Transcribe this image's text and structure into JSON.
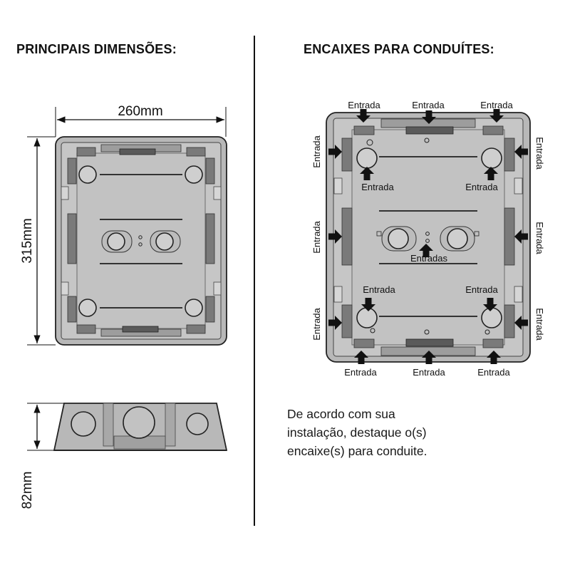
{
  "headings": {
    "left": "PRINCIPAIS DIMENSÕES:",
    "right": "ENCAIXES PARA CONDUÍTES:"
  },
  "dimensions": {
    "width": "260mm",
    "height": "315mm",
    "depth": "82mm"
  },
  "callouts": {
    "entry": "Entrada",
    "entries": "Entradas"
  },
  "note": {
    "lines": [
      "De acordo com sua",
      "instalação, destaque o(s)",
      "encaixe(s) para conduite."
    ]
  },
  "colors": {
    "box_fill": "#b6b6b6",
    "outline": "#222222",
    "arrow": "#111111",
    "divider": "#111111"
  }
}
